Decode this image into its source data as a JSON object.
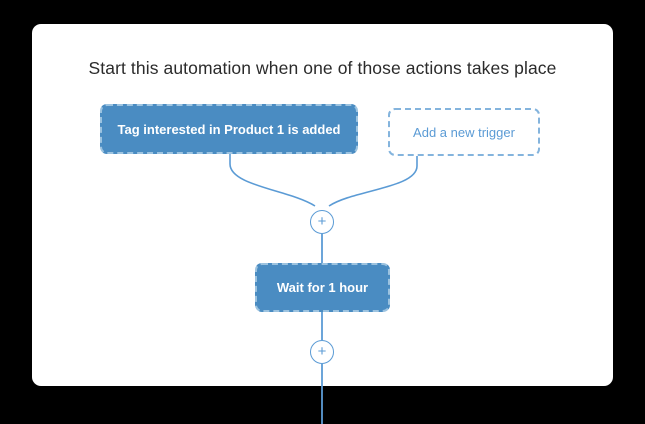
{
  "page": {
    "background_color": "#000000",
    "card_background": "#ffffff"
  },
  "colors": {
    "node_fill_blue": "#4a8cc2",
    "node_dashed_border": "#9cc3e0",
    "ghost_border": "#84b4dd",
    "ghost_text": "#5b9bd5",
    "connector_line": "#5b9bd5",
    "title_text": "#2b2b2b"
  },
  "header": {
    "title": "Start this automation when one of those actions takes place"
  },
  "flow": {
    "triggers": [
      {
        "id": "trigger-tag-added",
        "label": "Tag interested in Product 1 is added",
        "style": "filled"
      },
      {
        "id": "add-new-trigger",
        "label": "Add a new trigger",
        "style": "ghost"
      }
    ],
    "add_buttons": [
      {
        "id": "plus-top",
        "label": "+"
      },
      {
        "id": "plus-bottom",
        "label": "+"
      }
    ],
    "actions": [
      {
        "id": "wait-step",
        "label": "Wait for 1 hour",
        "style": "filled"
      }
    ]
  }
}
